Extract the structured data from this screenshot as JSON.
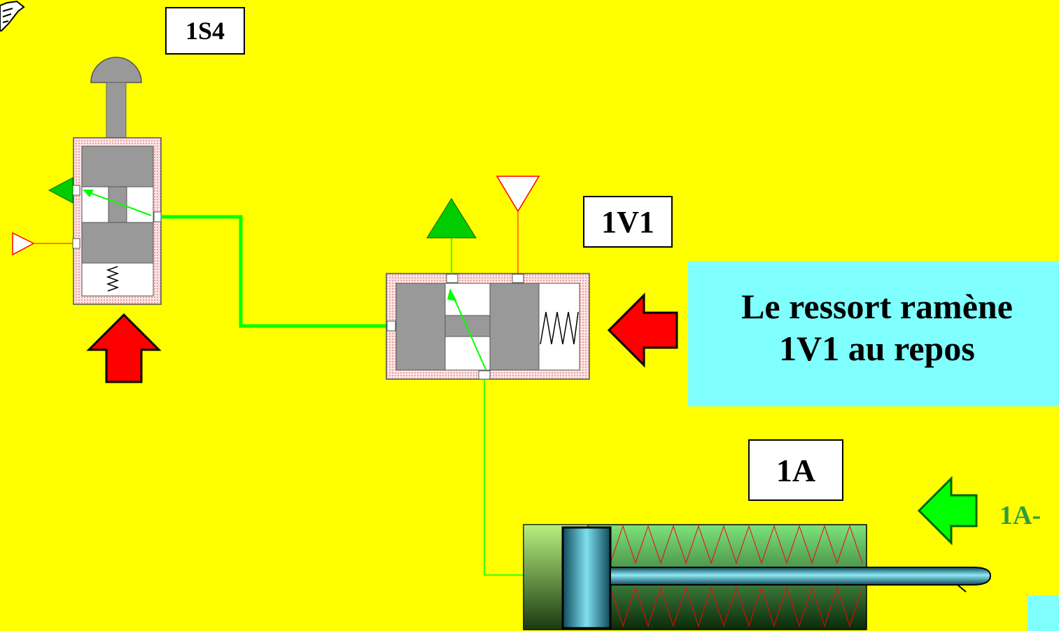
{
  "labels": {
    "s4": "1S4",
    "v1": "1V1",
    "cylinder": "1A",
    "cylinder_minus": "1A-"
  },
  "callout": {
    "line1": "Le ressort ramène",
    "line2": "1V1 au repos"
  },
  "colors": {
    "background": "#FFFF00",
    "callout_bg": "#80FFFF",
    "pressure_line": "#00FF00",
    "exhaust_line": "#FF0000",
    "action_arrow": "#FF0000",
    "cylinder_body": "#3CB371"
  },
  "icons": [
    "pointing-hand-icon",
    "push-button-icon",
    "spring-icon",
    "exhaust-triangle-icon",
    "pressure-triangle-icon",
    "red-arrow-icon",
    "green-arrow-icon"
  ]
}
